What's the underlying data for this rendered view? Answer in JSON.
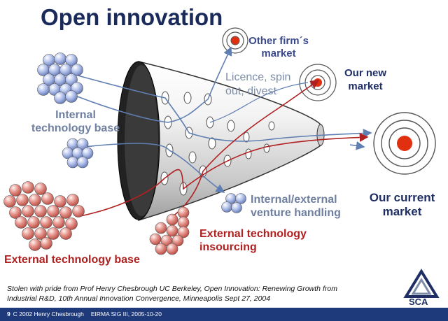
{
  "title": "Open innovation",
  "labels": {
    "other_firm_market": [
      "Other firm´s",
      "market"
    ],
    "licence_spin_out": [
      "Licence, spin",
      "out, divest"
    ],
    "our_new_market": [
      "Our new",
      "market"
    ],
    "internal_technology_base": [
      "Internal",
      "technology base"
    ],
    "our_current_market": [
      "Our current",
      "market"
    ],
    "internal_external_venture": [
      "Internal/external",
      "venture handling"
    ],
    "external_technology_insourcing": [
      "External technology",
      "insourcing"
    ],
    "external_technology_base": "External technology base"
  },
  "credit": [
    "Stolen with pride from Prof Henry Chesbrough UC Berkeley, Open Innovation: Renewing Growth from",
    "Industrial R&D, 10th Annual  Innovation Convergence, Minneapolis Sept 27, 2004"
  ],
  "footer": {
    "page": "9",
    "copyright": "C 2002 Henry Chesbrough",
    "event": "EIRMA SIG III, 2005-10-20"
  },
  "logo_text": "SCA",
  "colors": {
    "title": "#1a2a5a",
    "blue_sphere": "#a9b9e6",
    "red_sphere": "#e08a84",
    "target_red": "#e03010",
    "arrow_red": "#b02020",
    "arrow_blue": "#5f7fb2",
    "footer_bg": "#1f3a7a"
  }
}
